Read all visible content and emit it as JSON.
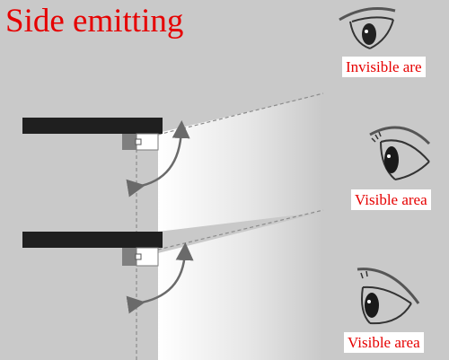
{
  "title": "Side emitting",
  "labels": {
    "top": "Invisible are",
    "middle": "Visible area",
    "bottom": "Visible area"
  },
  "colors": {
    "title": "#e60000",
    "background": "#c9c9c9",
    "panel": "#1f1f1f"
  }
}
